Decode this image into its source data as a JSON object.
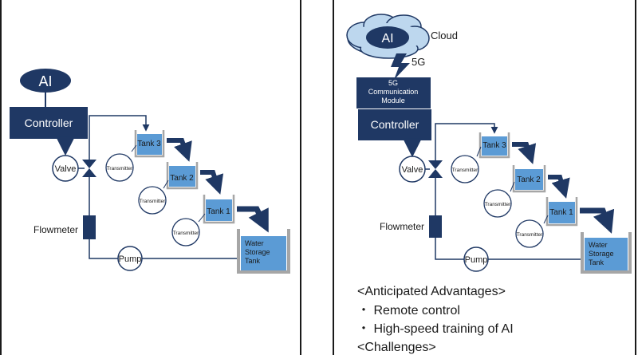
{
  "colors": {
    "navy": "#1f3864",
    "pipe": "#1f3864",
    "water": "#5b9bd5",
    "water_light": "#9dc3e6",
    "cloud": "#bdd7ee",
    "frame": "#1a1a1a",
    "tank_wall": "#a6a6a6"
  },
  "left": {
    "ai": "AI",
    "controller": "Controller",
    "valve": "Valve",
    "flowmeter": "Flowmeter",
    "pump": "Pump",
    "tank3": "Tank 3",
    "tank2": "Tank 2",
    "tank1": "Tank 1",
    "transmitter": "Transmitter",
    "storage": [
      "Water",
      "Storage",
      "Tank"
    ]
  },
  "right": {
    "ai": "AI",
    "cloud_label": "Cloud",
    "network": "5G",
    "comm_module": [
      "5G",
      "Communication",
      "Module"
    ],
    "controller": "Controller",
    "valve": "Valve",
    "flowmeter": "Flowmeter",
    "pump": "Pump",
    "tank3": "Tank 3",
    "tank2": "Tank 2",
    "tank1": "Tank 1",
    "transmitter": "Transmitter",
    "storage": [
      "Water",
      "Storage",
      "Tank"
    ],
    "advantages_heading": "<Anticipated Advantages>",
    "advantages": [
      "・ Remote control",
      "・ High-speed training of AI"
    ],
    "challenges_heading": "<Challenges>"
  }
}
